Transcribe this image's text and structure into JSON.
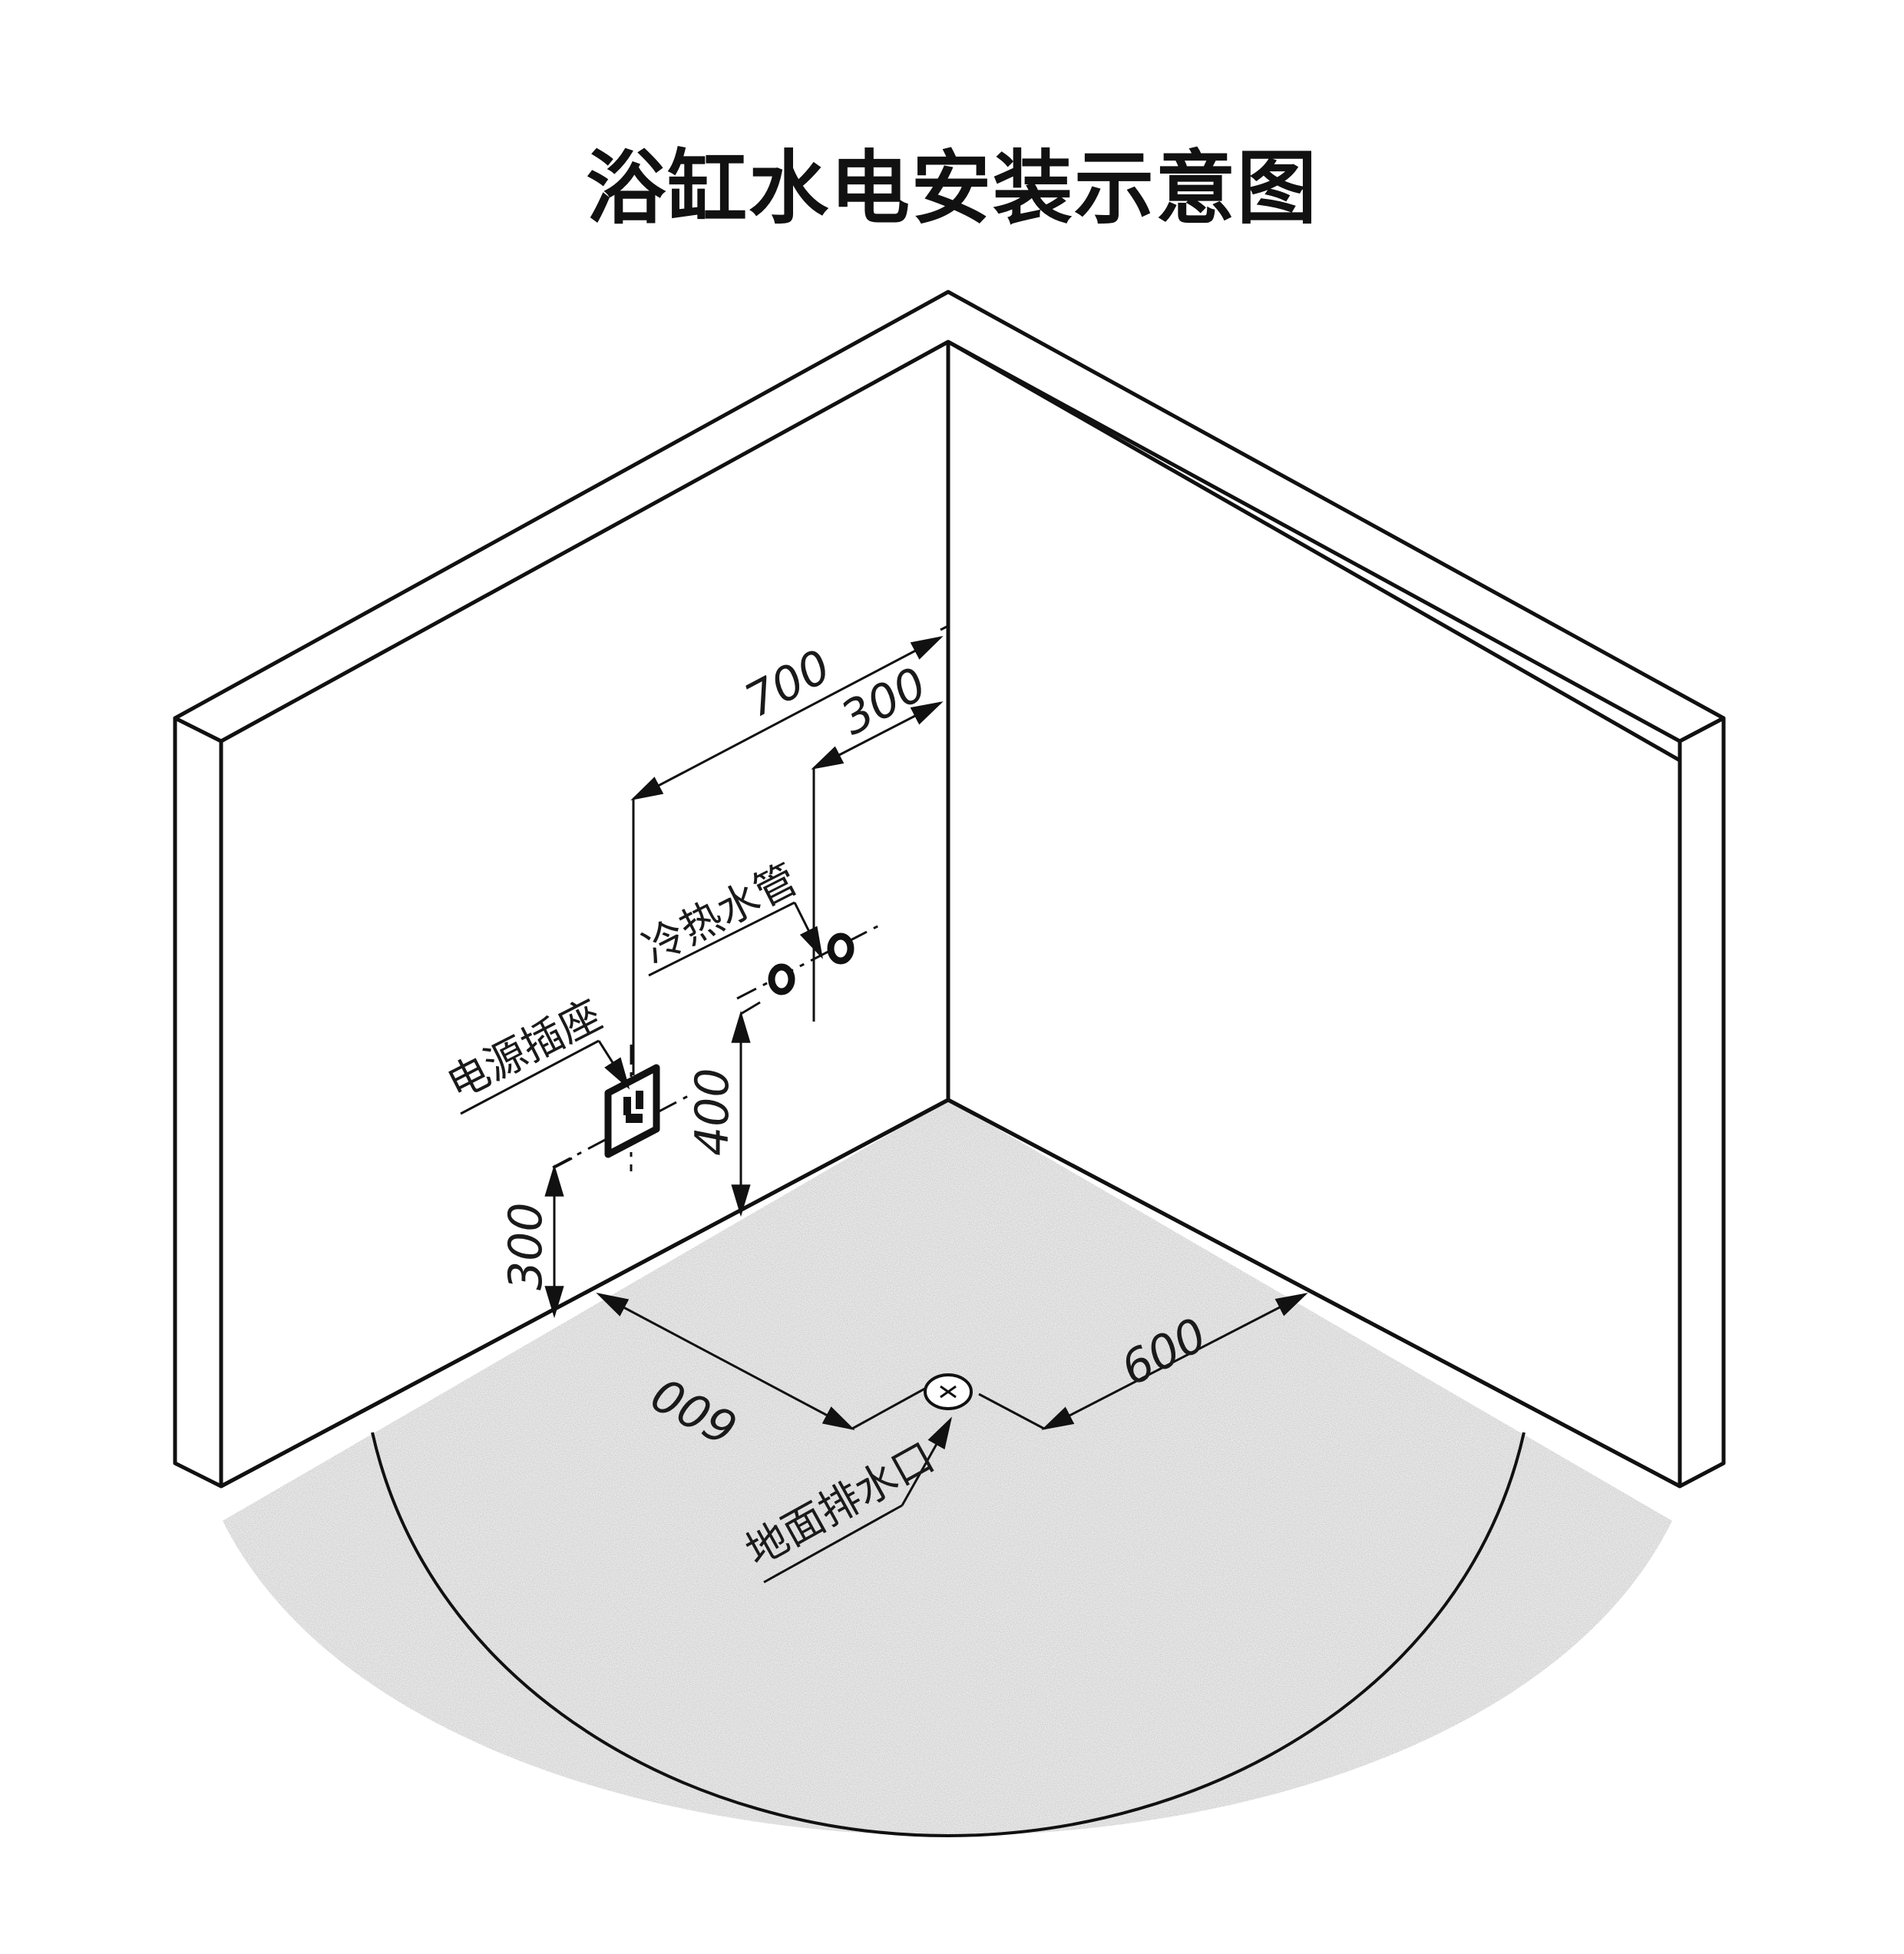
{
  "title": "浴缸水电安装示意图",
  "labels": {
    "water_pipes": "冷热水管",
    "power_socket": "电源插座",
    "floor_drain": "地面排水口"
  },
  "dimensions": {
    "wall_top_to_socket": "700",
    "wall_top_to_pipe": "300",
    "pipe_height": "400",
    "socket_height": "300",
    "drain_left": "600",
    "drain_right": "600"
  },
  "colors": {
    "line": "#111111",
    "floor": "#e6e6e6",
    "background": "#ffffff"
  }
}
